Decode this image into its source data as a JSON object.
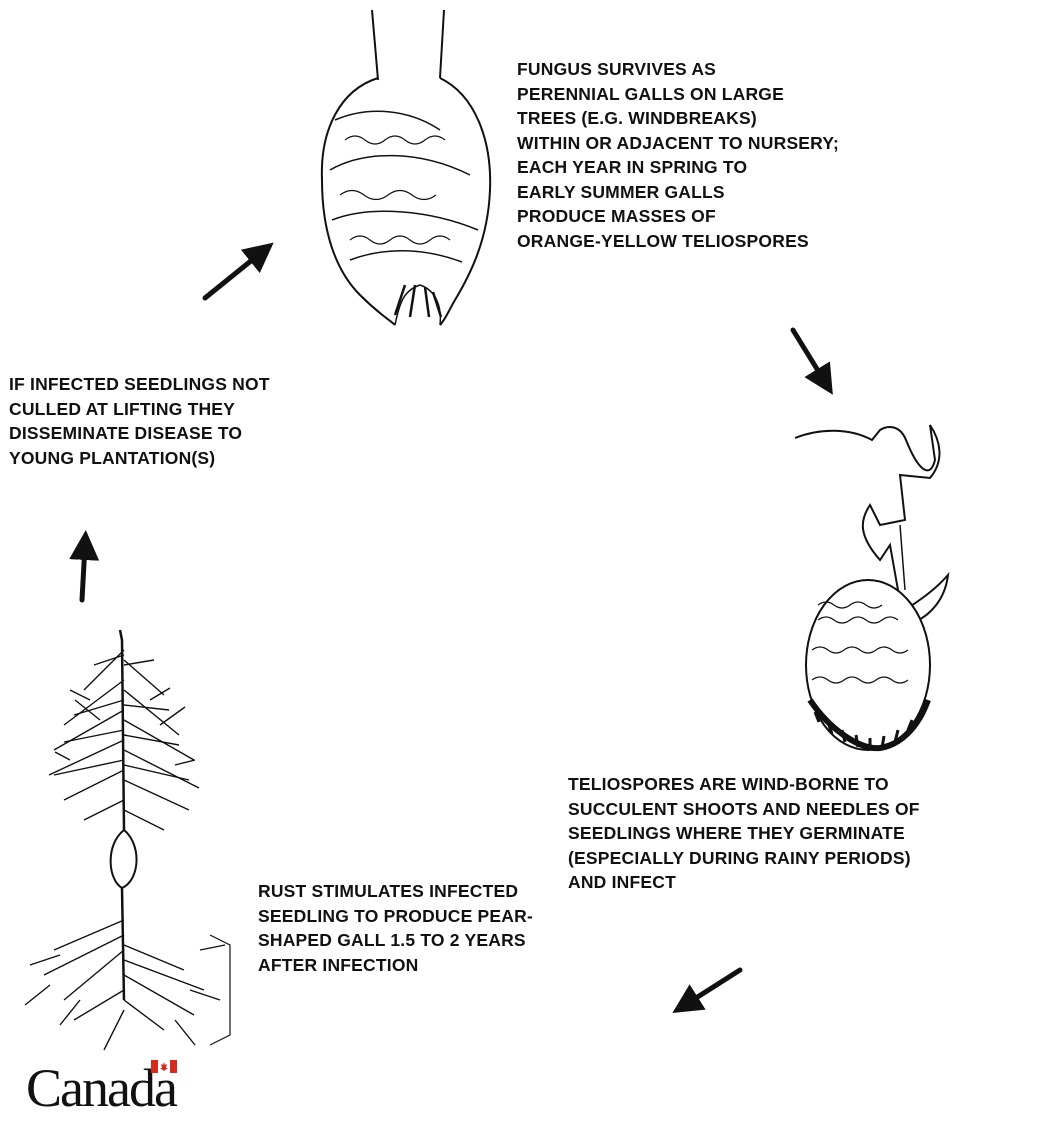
{
  "captions": {
    "gall": "FUNGUS SURVIVES AS\nPERENNIAL GALLS ON LARGE\nTREES (E.G. WINDBREAKS)\nWITHIN OR ADJACENT TO NURSERY;\nEACH YEAR IN SPRING TO\nEARLY SUMMER GALLS\nPRODUCE MASSES OF\nORANGE-YELLOW TELIOSPORES",
    "spores": "TELIOSPORES ARE WIND-BORNE TO\nSUCCULENT SHOOTS AND NEEDLES OF\nSEEDLINGS WHERE THEY GERMINATE\n(ESPECIALLY DURING RAINY PERIODS)\nAND INFECT",
    "rust": "RUST STIMULATES INFECTED\nSEEDLING TO PRODUCE PEAR-\nSHAPED GALL 1.5 TO 2 YEARS\nAFTER INFECTION",
    "seedlings": "IF INFECTED SEEDLINGS NOT\nCULLED AT LIFTING THEY\nDISSEMINATE DISEASE TO\nYOUNG PLANTATION(S)"
  },
  "logo": {
    "wordmark": "Canada",
    "flag_color": "#d52b1e"
  },
  "colors": {
    "ink": "#111111",
    "background": "#ffffff"
  },
  "illustrations": [
    "gall-illustration",
    "teliospore-illustration",
    "seedling-illustration"
  ]
}
